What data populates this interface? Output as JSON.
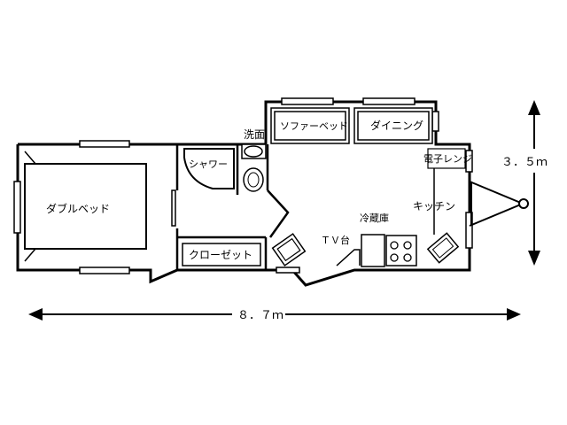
{
  "rooms": {
    "double_bed": "ダブルベッド",
    "wash": "洗面",
    "shower": "シャワー",
    "closet": "クローゼット",
    "sofa_bed": "ソファーベッド",
    "dining": "ダイニング",
    "microwave": "電子レンジ",
    "kitchen": "キッチン",
    "fridge": "冷蔵庫",
    "tv_stand": "ＴＶ台"
  },
  "dimensions": {
    "length": "８．７ｍ",
    "width": "３．５ｍ"
  }
}
